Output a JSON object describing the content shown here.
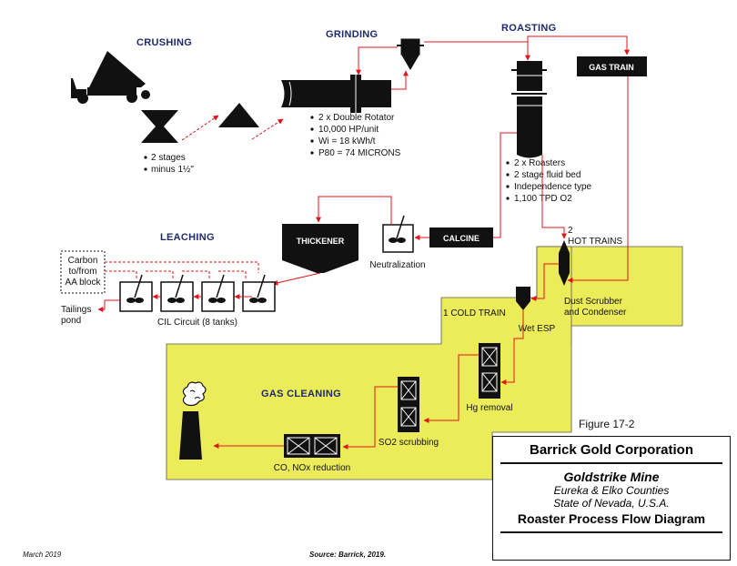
{
  "sections": {
    "crushing": "CRUSHING",
    "grinding": "GRINDING",
    "roasting": "ROASTING",
    "leaching": "LEACHING",
    "gas_cleaning": "GAS CLEANING"
  },
  "crushing_notes": [
    "2 stages",
    "minus 1½\""
  ],
  "grinding_notes": [
    "2 x Double Rotator",
    "10,000 HP/unit",
    "Wi = 18 kWh/t",
    "P80 = 74 MICRONS"
  ],
  "roasting_notes": [
    "2 x Roasters",
    "2 stage fluid bed",
    "Independence type",
    "1,100 TPD O2"
  ],
  "boxes": {
    "gas_train": "GAS TRAIN",
    "calcine": "CALCINE",
    "thickener": "THICKENER"
  },
  "labels": {
    "neutralization": "Neutralization",
    "carbon_block": [
      "Carbon",
      "to/from",
      "AA block"
    ],
    "tailings": [
      "Tailings",
      "pond"
    ],
    "cil_circuit": "CIL Circuit (8 tanks)",
    "hot_trains": [
      "2",
      "HOT TRAINS"
    ],
    "dust_scrubber": [
      "Dust Scrubber",
      "and Condenser"
    ],
    "cold_train": "1 COLD TRAIN",
    "wet_esp": "Wet ESP",
    "hg_removal": "Hg removal",
    "so2_scrubbing": "SO2 scrubbing",
    "co_nox": "CO, NOx reduction"
  },
  "figure_label": "Figure 17-2",
  "title_block": {
    "company": "Barrick Gold Corporation",
    "mine": "Goldstrike Mine",
    "location1": "Eureka & Elko Counties",
    "location2": "State of Nevada, U.S.A.",
    "diagram_title": "Roaster Process Flow Diagram"
  },
  "footer": {
    "date": "March 2019",
    "source": "Source: Barrick, 2019."
  },
  "colors": {
    "highlight": "#ecec5a",
    "flow_line": "#e0141b",
    "section_title": "#1f2a6b"
  }
}
